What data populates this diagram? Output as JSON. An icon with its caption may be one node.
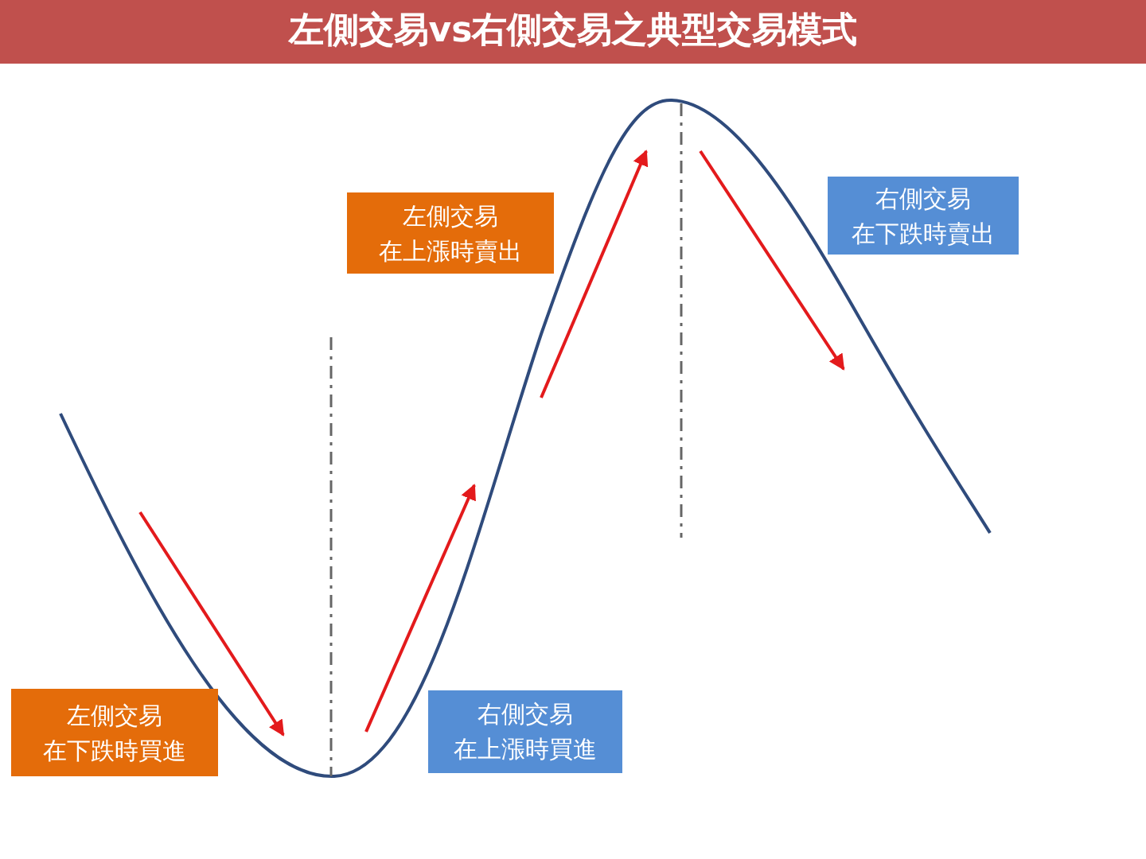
{
  "diagram": {
    "title": "左側交易vs右側交易之典型交易模式",
    "nodes": [
      {
        "text": [
          "左側交易",
          "在上漲時賣出"
        ]
      },
      {
        "text": [
          "右側交易",
          "在下跌時賣出"
        ]
      },
      {
        "text": [
          "左側交易",
          "在下跌時買進"
        ]
      },
      {
        "text": [
          "右側交易",
          "在上漲時買進"
        ]
      }
    ]
  }
}
